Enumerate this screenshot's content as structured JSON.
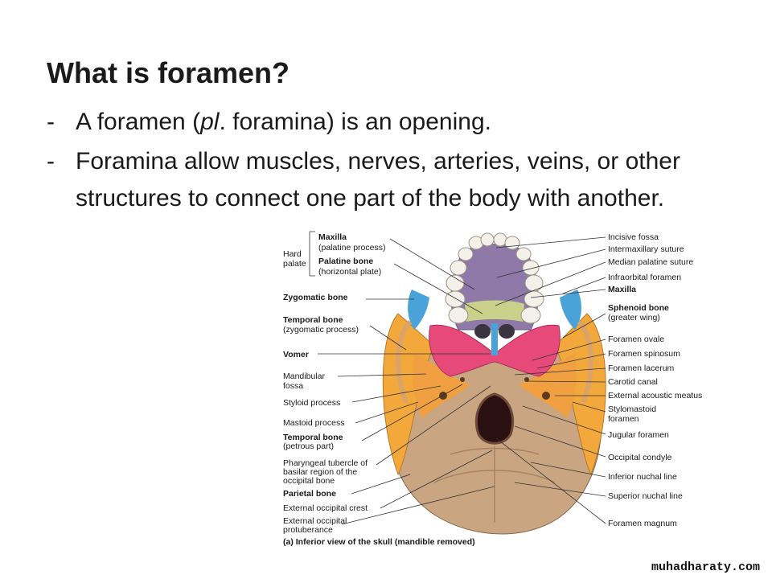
{
  "slide": {
    "title": "What is foramen?",
    "bullets": [
      {
        "dash": "-",
        "pre": "A foramen (",
        "italic": "pl",
        "post": ". foramina) is an opening."
      },
      {
        "dash": "-",
        "text": "Foramina allow muscles, nerves, arteries, veins, or other structures to connect one part of the body with another."
      }
    ]
  },
  "figure": {
    "left_labels": {
      "hard_palate": "Hard palate",
      "maxilla": "Maxilla",
      "maxilla_sub": "(palatine process)",
      "palatine": "Palatine bone",
      "palatine_sub": "(horizontal plate)",
      "zygomatic": "Zygomatic bone",
      "temporal_zyg": "Temporal bone",
      "temporal_zyg_sub": "(zygomatic process)",
      "vomer": "Vomer",
      "mandibular": "Mandibular fossa",
      "styloid": "Styloid process",
      "mastoid": "Mastoid process",
      "temporal_pet": "Temporal bone",
      "temporal_pet_sub": "(petrous part)",
      "pharyngeal": "Pharyngeal tubercle of basilar region of the occipital bone",
      "parietal": "Parietal bone",
      "ext_crest": "External occipital crest",
      "ext_protub": "External occipital protuberance"
    },
    "right_labels": {
      "incisive": "Incisive fossa",
      "intermax": "Intermaxillary suture",
      "median_pal": "Median palatine suture",
      "infraorb": "Infraorbital foramen",
      "maxilla": "Maxilla",
      "sphenoid": "Sphenoid bone",
      "sphenoid_sub": "(greater wing)",
      "f_ovale": "Foramen ovale",
      "f_spinosum": "Foramen spinosum",
      "f_lacerum": "Foramen lacerum",
      "carotid": "Carotid canal",
      "ext_acoustic": "External acoustic meatus",
      "stylomastoid": "Stylomastoid foramen",
      "jugular": "Jugular foramen",
      "occ_condyle": "Occipital condyle",
      "inf_nuchal": "Inferior nuchal line",
      "sup_nuchal": "Superior nuchal line",
      "f_magnum": "Foramen magnum"
    },
    "caption": "(a) Inferior view of the skull (mandible removed)"
  },
  "watermark": "muhadharaty.com"
}
